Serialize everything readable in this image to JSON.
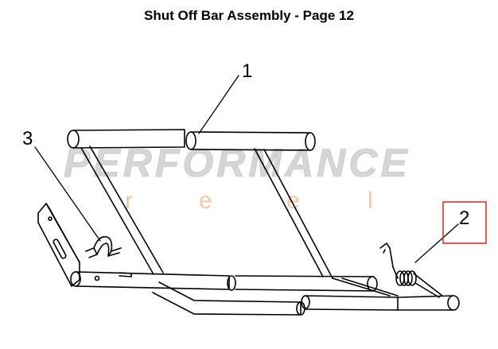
{
  "title": "Shut Off Bar Assembly - Page 12",
  "watermark": {
    "brand": "PERFORMANCE",
    "sub_letters": [
      "r",
      "e",
      "e",
      "l"
    ]
  },
  "callouts": [
    {
      "label": "1",
      "part": "top bar"
    },
    {
      "label": "2",
      "part": "spring",
      "highlighted": true
    },
    {
      "label": "3",
      "part": "clamp"
    }
  ],
  "colors": {
    "highlight": "#e03030",
    "watermark": "#d6d6d6",
    "watermark_sub": "#f2c9a6",
    "line": "#000000"
  }
}
